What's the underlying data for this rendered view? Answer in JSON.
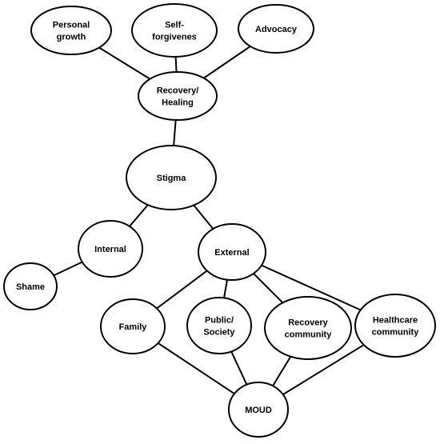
{
  "nodes": {
    "personal_growth": {
      "lines": [
        "Personal",
        "growth"
      ]
    },
    "self_forgiveness": {
      "lines": [
        "Self-",
        "forgivenes"
      ]
    },
    "advocacy": {
      "lines": [
        "Advocacy"
      ]
    },
    "recovery_healing": {
      "lines": [
        "Recovery/",
        "Healing"
      ]
    },
    "stigma": {
      "lines": [
        "Stigma"
      ]
    },
    "internal": {
      "lines": [
        "Internal"
      ]
    },
    "external": {
      "lines": [
        "External"
      ]
    },
    "shame": {
      "lines": [
        "Shame"
      ]
    },
    "family": {
      "lines": [
        "Family"
      ]
    },
    "public_society": {
      "lines": [
        "Public/",
        "Society"
      ]
    },
    "recovery_community": {
      "lines": [
        "Recovery",
        "community"
      ]
    },
    "healthcare_community": {
      "lines": [
        "Healthcare",
        "community"
      ]
    },
    "moud": {
      "lines": [
        "MOUD"
      ]
    }
  },
  "edges": [
    [
      "personal_growth",
      "recovery_healing"
    ],
    [
      "self_forgiveness",
      "recovery_healing"
    ],
    [
      "advocacy",
      "recovery_healing"
    ],
    [
      "recovery_healing",
      "stigma"
    ],
    [
      "stigma",
      "internal"
    ],
    [
      "stigma",
      "external"
    ],
    [
      "internal",
      "shame"
    ],
    [
      "external",
      "family"
    ],
    [
      "external",
      "public_society"
    ],
    [
      "external",
      "recovery_community"
    ],
    [
      "external",
      "healthcare_community"
    ],
    [
      "family",
      "moud"
    ],
    [
      "public_society",
      "moud"
    ],
    [
      "recovery_community",
      "moud"
    ],
    [
      "healthcare_community",
      "moud"
    ]
  ]
}
